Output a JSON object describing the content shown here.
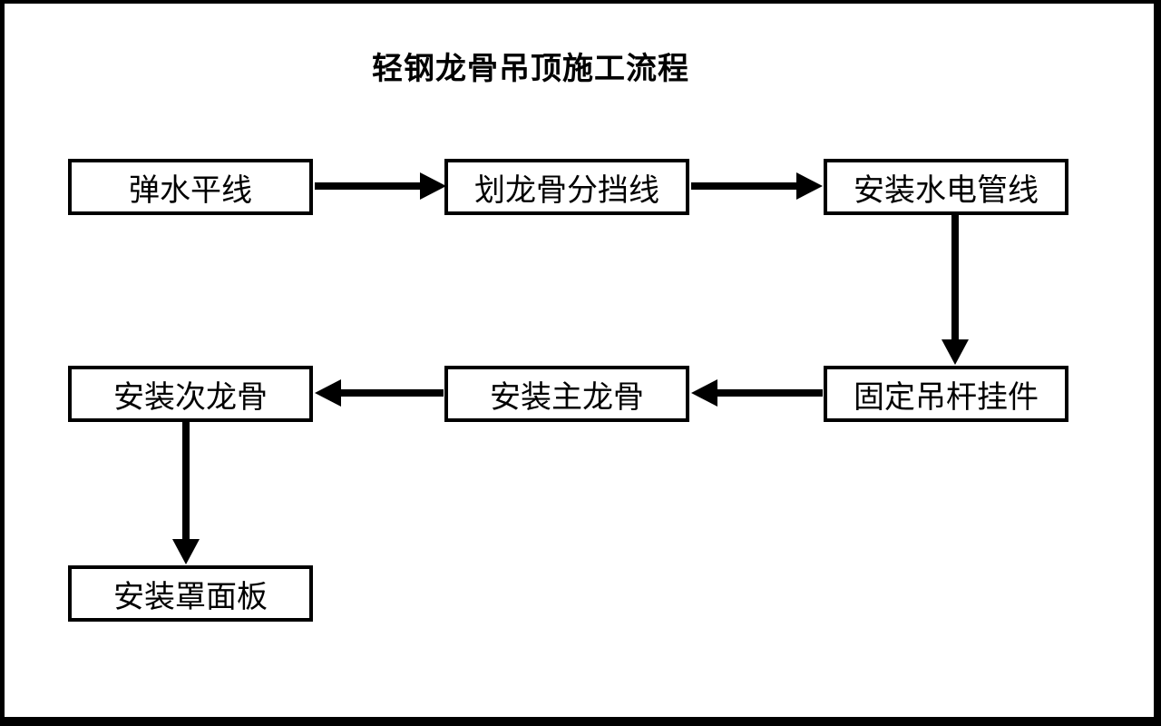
{
  "title": "轻钢龙骨吊顶施工流程",
  "nodes": [
    {
      "id": "step-1",
      "label": "弹水平线"
    },
    {
      "id": "step-2",
      "label": "划龙骨分挡线"
    },
    {
      "id": "step-3",
      "label": "安装水电管线"
    },
    {
      "id": "step-4",
      "label": "固定吊杆挂件"
    },
    {
      "id": "step-5",
      "label": "安装主龙骨"
    },
    {
      "id": "step-6",
      "label": "安装次龙骨"
    },
    {
      "id": "step-7",
      "label": "安装罩面板"
    }
  ],
  "edges": [
    {
      "from": "弹水平线",
      "to": "划龙骨分挡线",
      "direction": "right"
    },
    {
      "from": "划龙骨分挡线",
      "to": "安装水电管线",
      "direction": "right"
    },
    {
      "from": "安装水电管线",
      "to": "固定吊杆挂件",
      "direction": "down"
    },
    {
      "from": "固定吊杆挂件",
      "to": "安装主龙骨",
      "direction": "left"
    },
    {
      "from": "安装主龙骨",
      "to": "安装次龙骨",
      "direction": "left"
    },
    {
      "from": "安装次龙骨",
      "to": "安装罩面板",
      "direction": "down"
    }
  ],
  "colors": {
    "line": "#000000",
    "background": "#ffffff",
    "text": "#000000"
  }
}
